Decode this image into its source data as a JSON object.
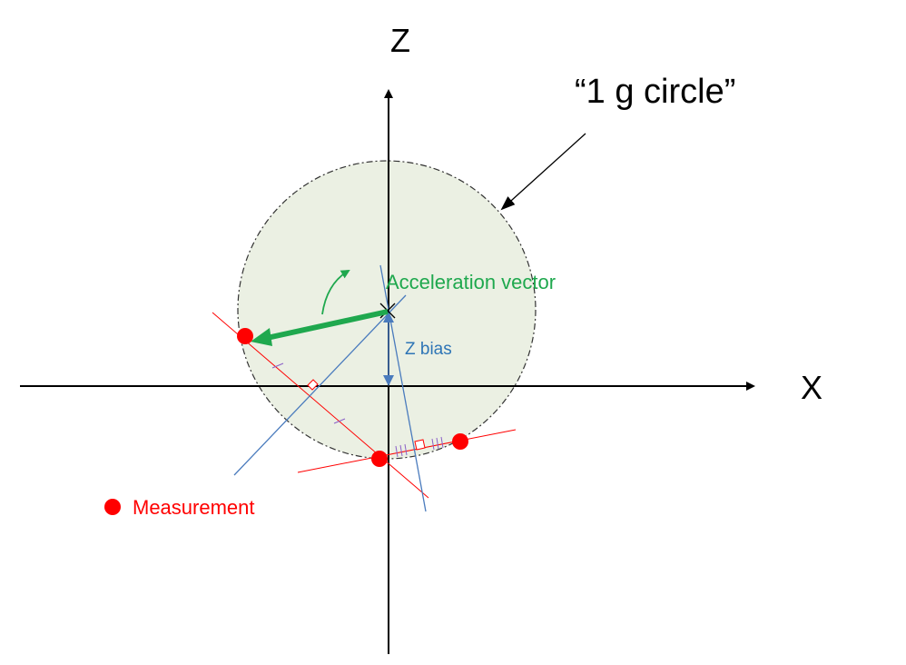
{
  "labels": {
    "z_axis": "Z",
    "x_axis": "X",
    "circle_callout": "“1 g circle”",
    "acceleration_vector": "Acceleration vector",
    "z_bias": "Z bias",
    "measurement_legend": "Measurement"
  },
  "colors": {
    "axis": "#000000",
    "circle_fill": "#ebf0e3",
    "circle_stroke": "#333333",
    "vector": "#1fa84e",
    "bias": "#4a7bbd",
    "bisector": "#4a7bbd",
    "chord": "#ff0000",
    "measurement": "#ff0000",
    "legend_text": "#ff0000",
    "vector_text": "#1fa84e",
    "bias_text": "#2e75b6"
  }
}
